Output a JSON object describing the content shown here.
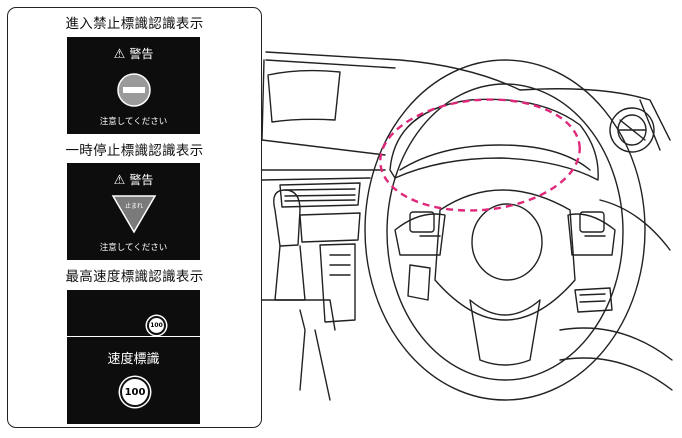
{
  "sections": [
    {
      "title": "進入禁止標識認識表示",
      "warning": "警告",
      "note": "注意してください",
      "icon": "no-entry-icon"
    },
    {
      "title": "一時停止標識認識表示",
      "warning": "警告",
      "sign_text": "止まれ",
      "note": "注意してください",
      "icon": "stop-triangle-icon"
    },
    {
      "title": "最高速度標識認識表示",
      "small_badge": "100",
      "label": "速度標識",
      "big_badge": "100",
      "icon": "speed-limit-icon"
    }
  ],
  "colors": {
    "highlight": "#e0287a",
    "panel": "#0d0d0d",
    "stop_sign": "#7a7a7a",
    "no_entry": "#9a9a9a"
  }
}
